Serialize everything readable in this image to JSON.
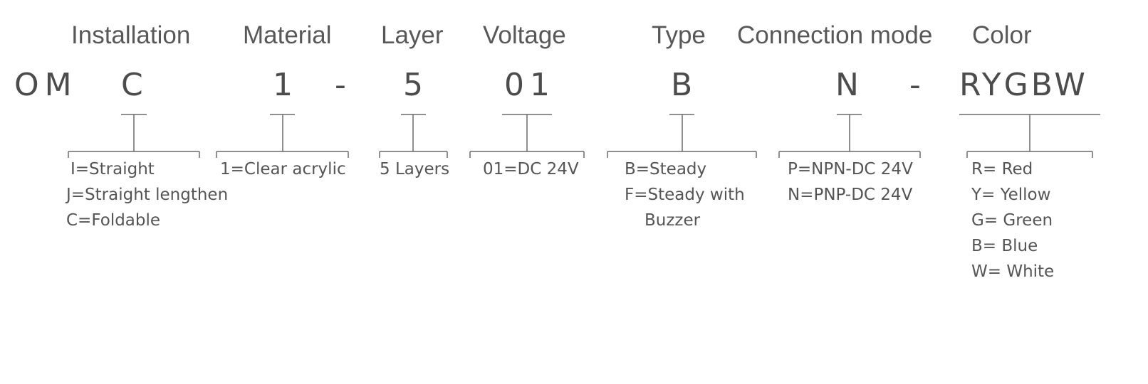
{
  "headers": {
    "installation": "Installation",
    "material": "Material",
    "layer": "Layer",
    "voltage": "Voltage",
    "type": "Type",
    "connection_mode": "Connection mode",
    "color": "Color"
  },
  "code": {
    "prefix": "OM",
    "installation": "C",
    "material": "1",
    "dash1": "-",
    "layer": "5",
    "voltage": "01",
    "type": "B",
    "connection": "N",
    "dash2": "-",
    "color": "RYGBW"
  },
  "descriptions": {
    "installation": [
      "I=Straight",
      "J=Straight lengthen",
      "C=Foldable"
    ],
    "material": [
      "1=Clear acrylic"
    ],
    "layer": [
      "5 Layers"
    ],
    "voltage": [
      "01=DC 24V"
    ],
    "type": [
      "B=Steady",
      "F=Steady with",
      "Buzzer"
    ],
    "connection_mode": [
      "P=NPN-DC 24V",
      "N=PNP-DC 24V"
    ],
    "color": [
      "R= Red",
      "Y= Yellow",
      "G= Green",
      "B= Blue",
      "W= White"
    ]
  },
  "colors": {
    "text": "#555555",
    "lines": "#6a6a6a"
  }
}
